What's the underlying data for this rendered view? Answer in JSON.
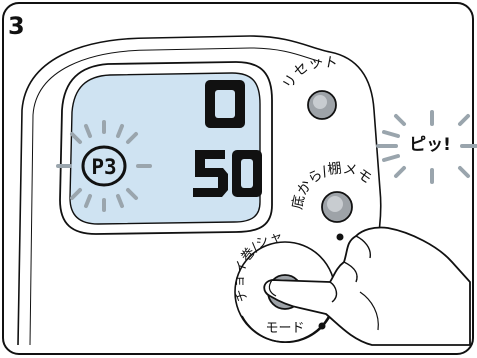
{
  "step": {
    "number": "3"
  },
  "lcd": {
    "top_value": "0",
    "bottom_value": "50",
    "program_label": "P3",
    "background_color": "#cfe3f2"
  },
  "buttons": {
    "reset_label": "リセット",
    "bottom_label": "底から/棚メモ",
    "mode_label_top": "チョイ巻/シャ",
    "mode_label_bottom": "モード"
  },
  "beep": {
    "label": "ピッ!"
  },
  "icons": {
    "pressing_hand": "hand-icon",
    "flash_rays": "flash-icon"
  }
}
